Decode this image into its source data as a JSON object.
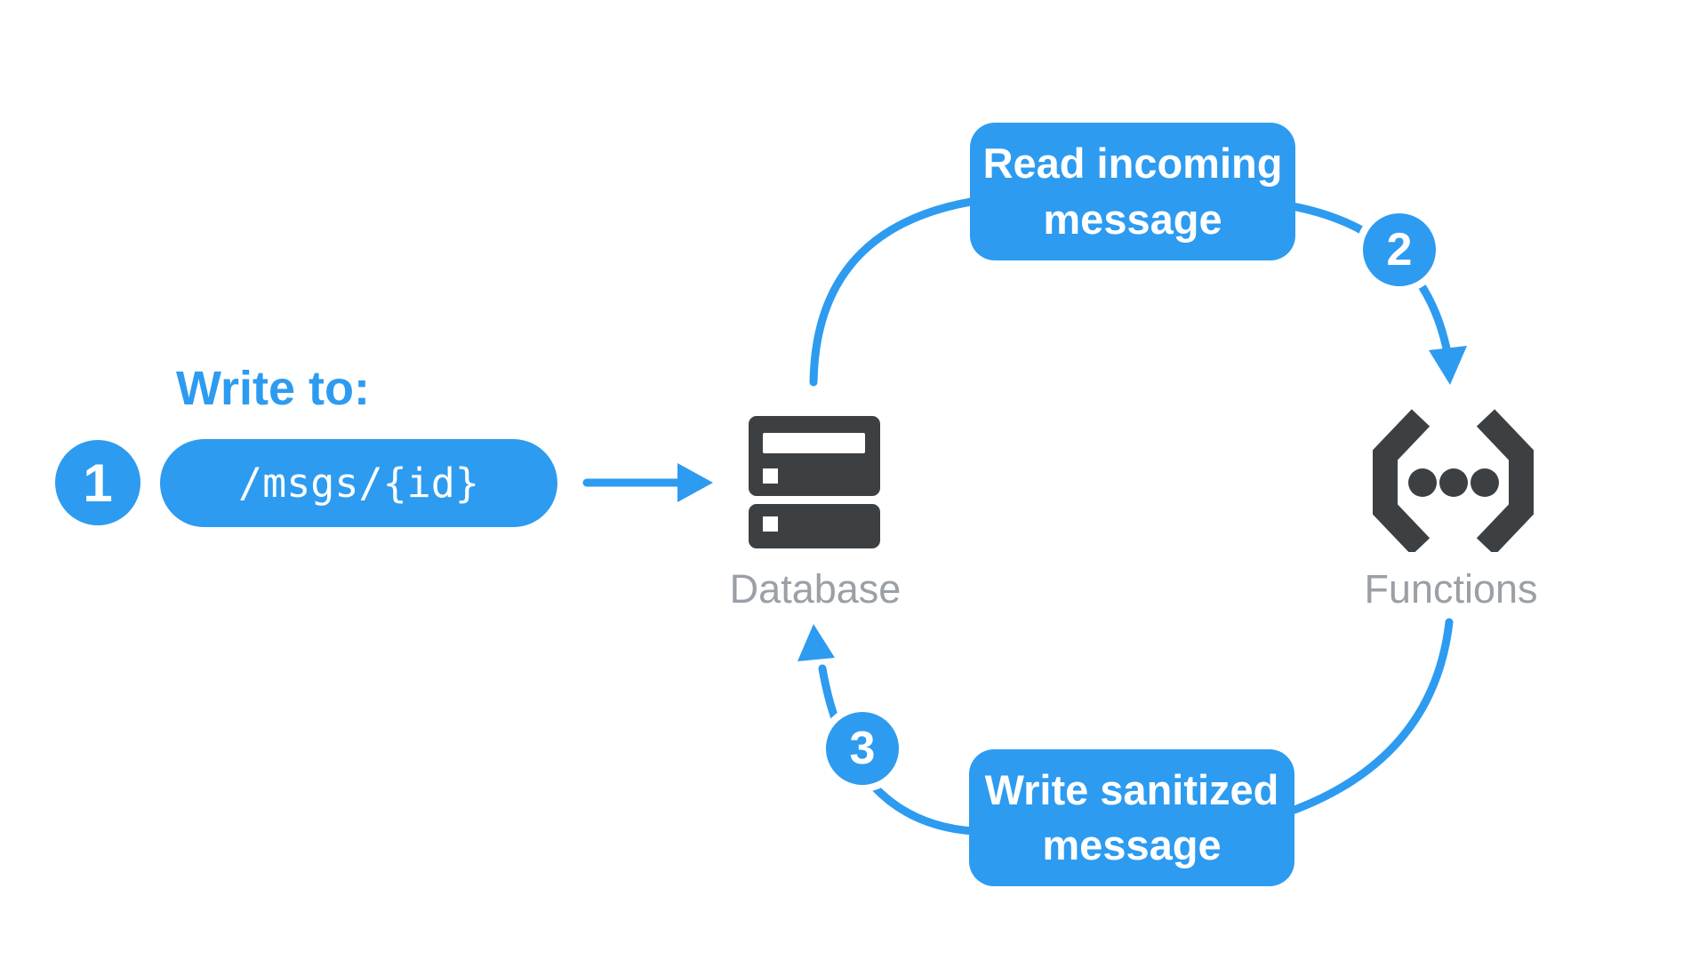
{
  "colors": {
    "accent": "#2D9BF0",
    "icon_dark": "#3C4043",
    "label_gray": "#9AA0A6",
    "box_text": "#FFFFFF",
    "background": "#FFFFFF"
  },
  "step1": {
    "badge": "1",
    "title": "Write to:",
    "path": "/msgs/{id}"
  },
  "nodes": {
    "database": {
      "label": "Database",
      "icon": "database-server-icon"
    },
    "functions": {
      "label": "Functions",
      "icon": "code-brackets-icon"
    }
  },
  "flow": {
    "read_box": {
      "line1": "Read incoming",
      "line2": "message"
    },
    "step2_badge": "2",
    "write_box": {
      "line1": "Write sanitized",
      "line2": "message"
    },
    "step3_badge": "3"
  }
}
